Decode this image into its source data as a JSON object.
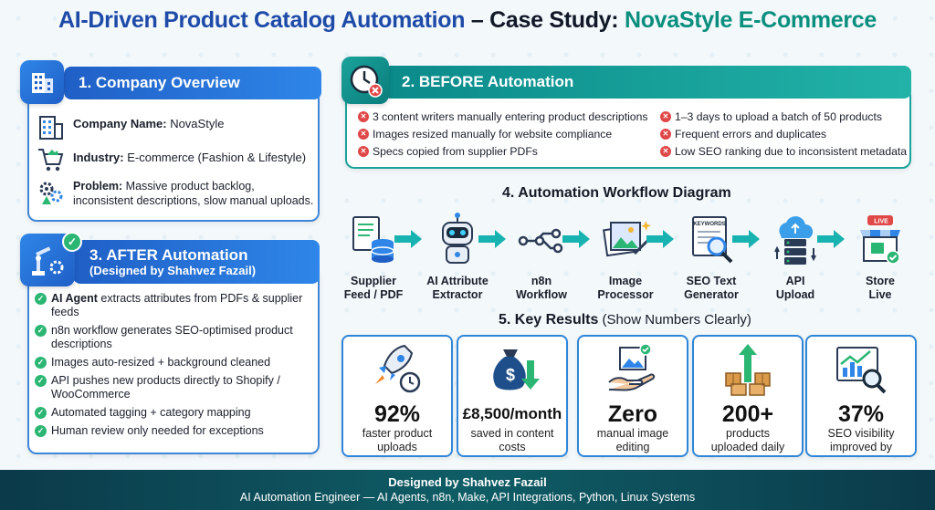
{
  "title": {
    "part1": "AI-Driven Product Catalog Automation",
    "part2": " – Case Study: ",
    "part3": "NovaStyle E-Commerce"
  },
  "overview": {
    "heading": "1. Company Overview",
    "company_label": "Company Name:",
    "company_value": " NovaStyle",
    "industry_label": "Industry:",
    "industry_value": " E-commerce (Fashion & Lifestyle)",
    "problem_label": "Problem:",
    "problem_value": " Massive product backlog, inconsistent descriptions, slow manual uploads."
  },
  "after": {
    "heading": "3. AFTER Automation",
    "subheading": "(Designed by Shahvez Fazail)",
    "items": [
      {
        "bold": "AI Agent",
        "text": " extracts attributes from PDFs & supplier feeds"
      },
      {
        "bold": "",
        "text": "n8n workflow generates SEO-optimised product descriptions"
      },
      {
        "bold": "",
        "text": "Images auto-resized + background cleaned"
      },
      {
        "bold": "",
        "text": "API pushes new products directly to Shopify / WooCommerce"
      },
      {
        "bold": "",
        "text": "Automated tagging + category mapping"
      },
      {
        "bold": "",
        "text": "Human review only needed for exceptions"
      }
    ]
  },
  "before": {
    "heading": "2. BEFORE Automation",
    "left": [
      "3 content writers manually entering product descriptions",
      "Images resized manually for website compliance",
      "Specs copied from supplier PDFs"
    ],
    "right": [
      "1–3 days to upload a batch of 50 products",
      "Frequent errors and duplicates",
      "Low SEO ranking due to inconsistent metadata"
    ]
  },
  "workflow": {
    "heading": "4. Automation Workflow Diagram",
    "steps": [
      {
        "line1": "Supplier",
        "line2": "Feed / PDF",
        "icon": "document-database-icon"
      },
      {
        "line1": "AI Attribute",
        "line2": "Extractor",
        "icon": "robot-icon"
      },
      {
        "line1": "n8n",
        "line2": "Workflow",
        "icon": "workflow-nodes-icon"
      },
      {
        "line1": "Image",
        "line2": "Processor",
        "icon": "image-wand-icon"
      },
      {
        "line1": "SEO Text",
        "line2": "Generator",
        "icon": "keywords-magnifier-icon"
      },
      {
        "line1": "API",
        "line2": "Upload",
        "icon": "cloud-server-icon"
      },
      {
        "line1": "Store",
        "line2": "Live",
        "icon": "live-store-icon"
      }
    ],
    "keywords_label": "KEYWORDS",
    "live_label": "LIVE"
  },
  "results": {
    "heading": "5. Key Results",
    "heading_note": " (Show Numbers Clearly)",
    "cards": [
      {
        "value": "92%",
        "line1": "faster product",
        "line2": "uploads",
        "icon": "rocket-stopwatch-icon"
      },
      {
        "value": "£8,500/month",
        "line1": "saved in content",
        "line2": "costs",
        "icon": "money-bag-icon",
        "symbol": "$"
      },
      {
        "value": "Zero",
        "line1": "manual image",
        "line2": "editing",
        "icon": "hand-image-icon"
      },
      {
        "value": "200+",
        "line1": "products",
        "line2": "uploaded daily",
        "icon": "boxes-arrow-icon"
      },
      {
        "value": "37%",
        "line1": "SEO visibility",
        "line2": "improved by",
        "icon": "chart-magnifier-icon"
      }
    ]
  },
  "footer": {
    "line1": "Designed by Shahvez Fazail",
    "line2": "AI Automation Engineer — AI Agents, n8n, Make, API Integrations, Python, Linux Systems"
  },
  "colors": {
    "blue": "#1f5fc6",
    "teal": "#0b8a8a",
    "green_check": "#2bb673",
    "red_x": "#e04848"
  }
}
